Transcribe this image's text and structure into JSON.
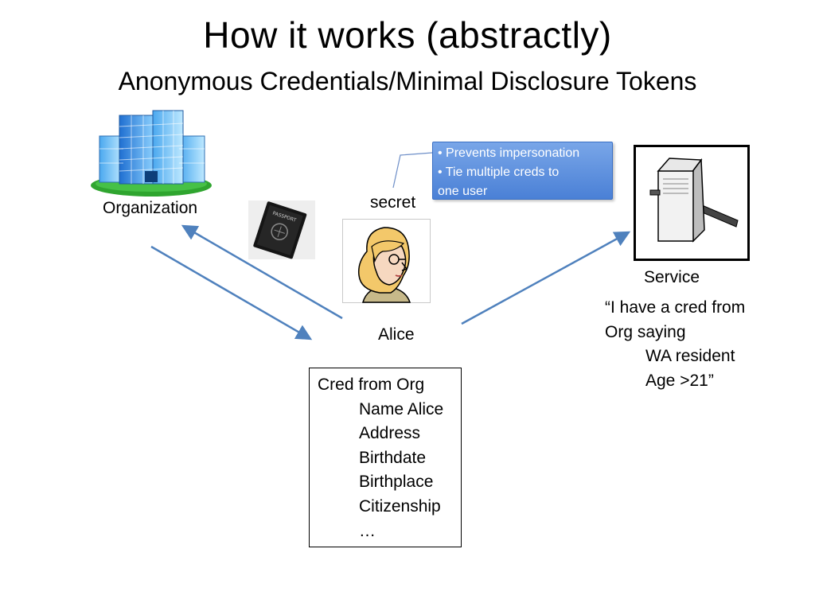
{
  "slide": {
    "title": "How it works (abstractly)",
    "subtitle": "Anonymous Credentials/Minimal Disclosure Tokens"
  },
  "diagram": {
    "organization_label": "Organization",
    "secret_label": "secret",
    "alice_label": "Alice",
    "service_label": "Service",
    "callout": {
      "lines": [
        "• Prevents impersonation",
        "• Tie multiple creds to",
        "one user"
      ]
    },
    "credential": {
      "heading": "Cred from Org",
      "fields": [
        "Name Alice",
        "Address",
        "Birthdate",
        "Birthplace",
        "Citizenship",
        "…"
      ]
    },
    "service_claim": {
      "lines": [
        "“I have a cred from",
        "Org saying"
      ],
      "attributes": [
        "WA resident",
        "Age >21”"
      ]
    },
    "icons": {
      "organization": "office-building-icon",
      "passport": "passport-icon",
      "alice": "alice-avatar-icon",
      "service": "server-icon"
    },
    "colors": {
      "arrow": "#4f81bd",
      "callout_fill": "#4a80d6",
      "callout_text": "#ffffff"
    },
    "icon_text": {
      "passport": "PASSPORT"
    }
  }
}
